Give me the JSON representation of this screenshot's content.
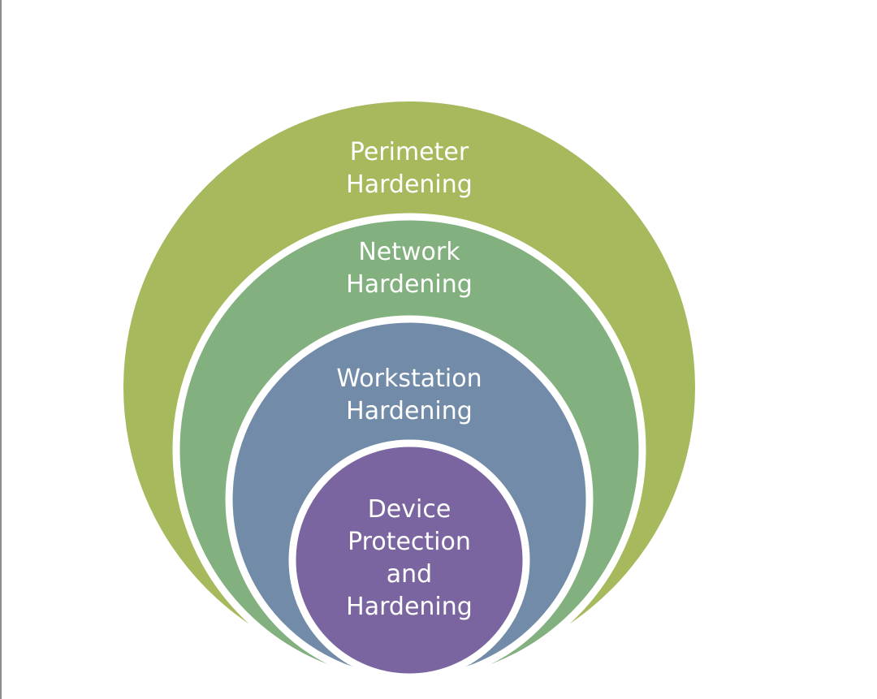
{
  "diagram": {
    "layers": [
      {
        "label": "Perimeter\nHardening",
        "color": "#a6b95c"
      },
      {
        "label": "Network\nHardening",
        "color": "#82b07e"
      },
      {
        "label": "Workstation\nHardening",
        "color": "#728ba8"
      },
      {
        "label": "Device\nProtection\nand\nHardening",
        "color": "#7a65a0"
      }
    ],
    "separator_color": "#ffffff"
  }
}
